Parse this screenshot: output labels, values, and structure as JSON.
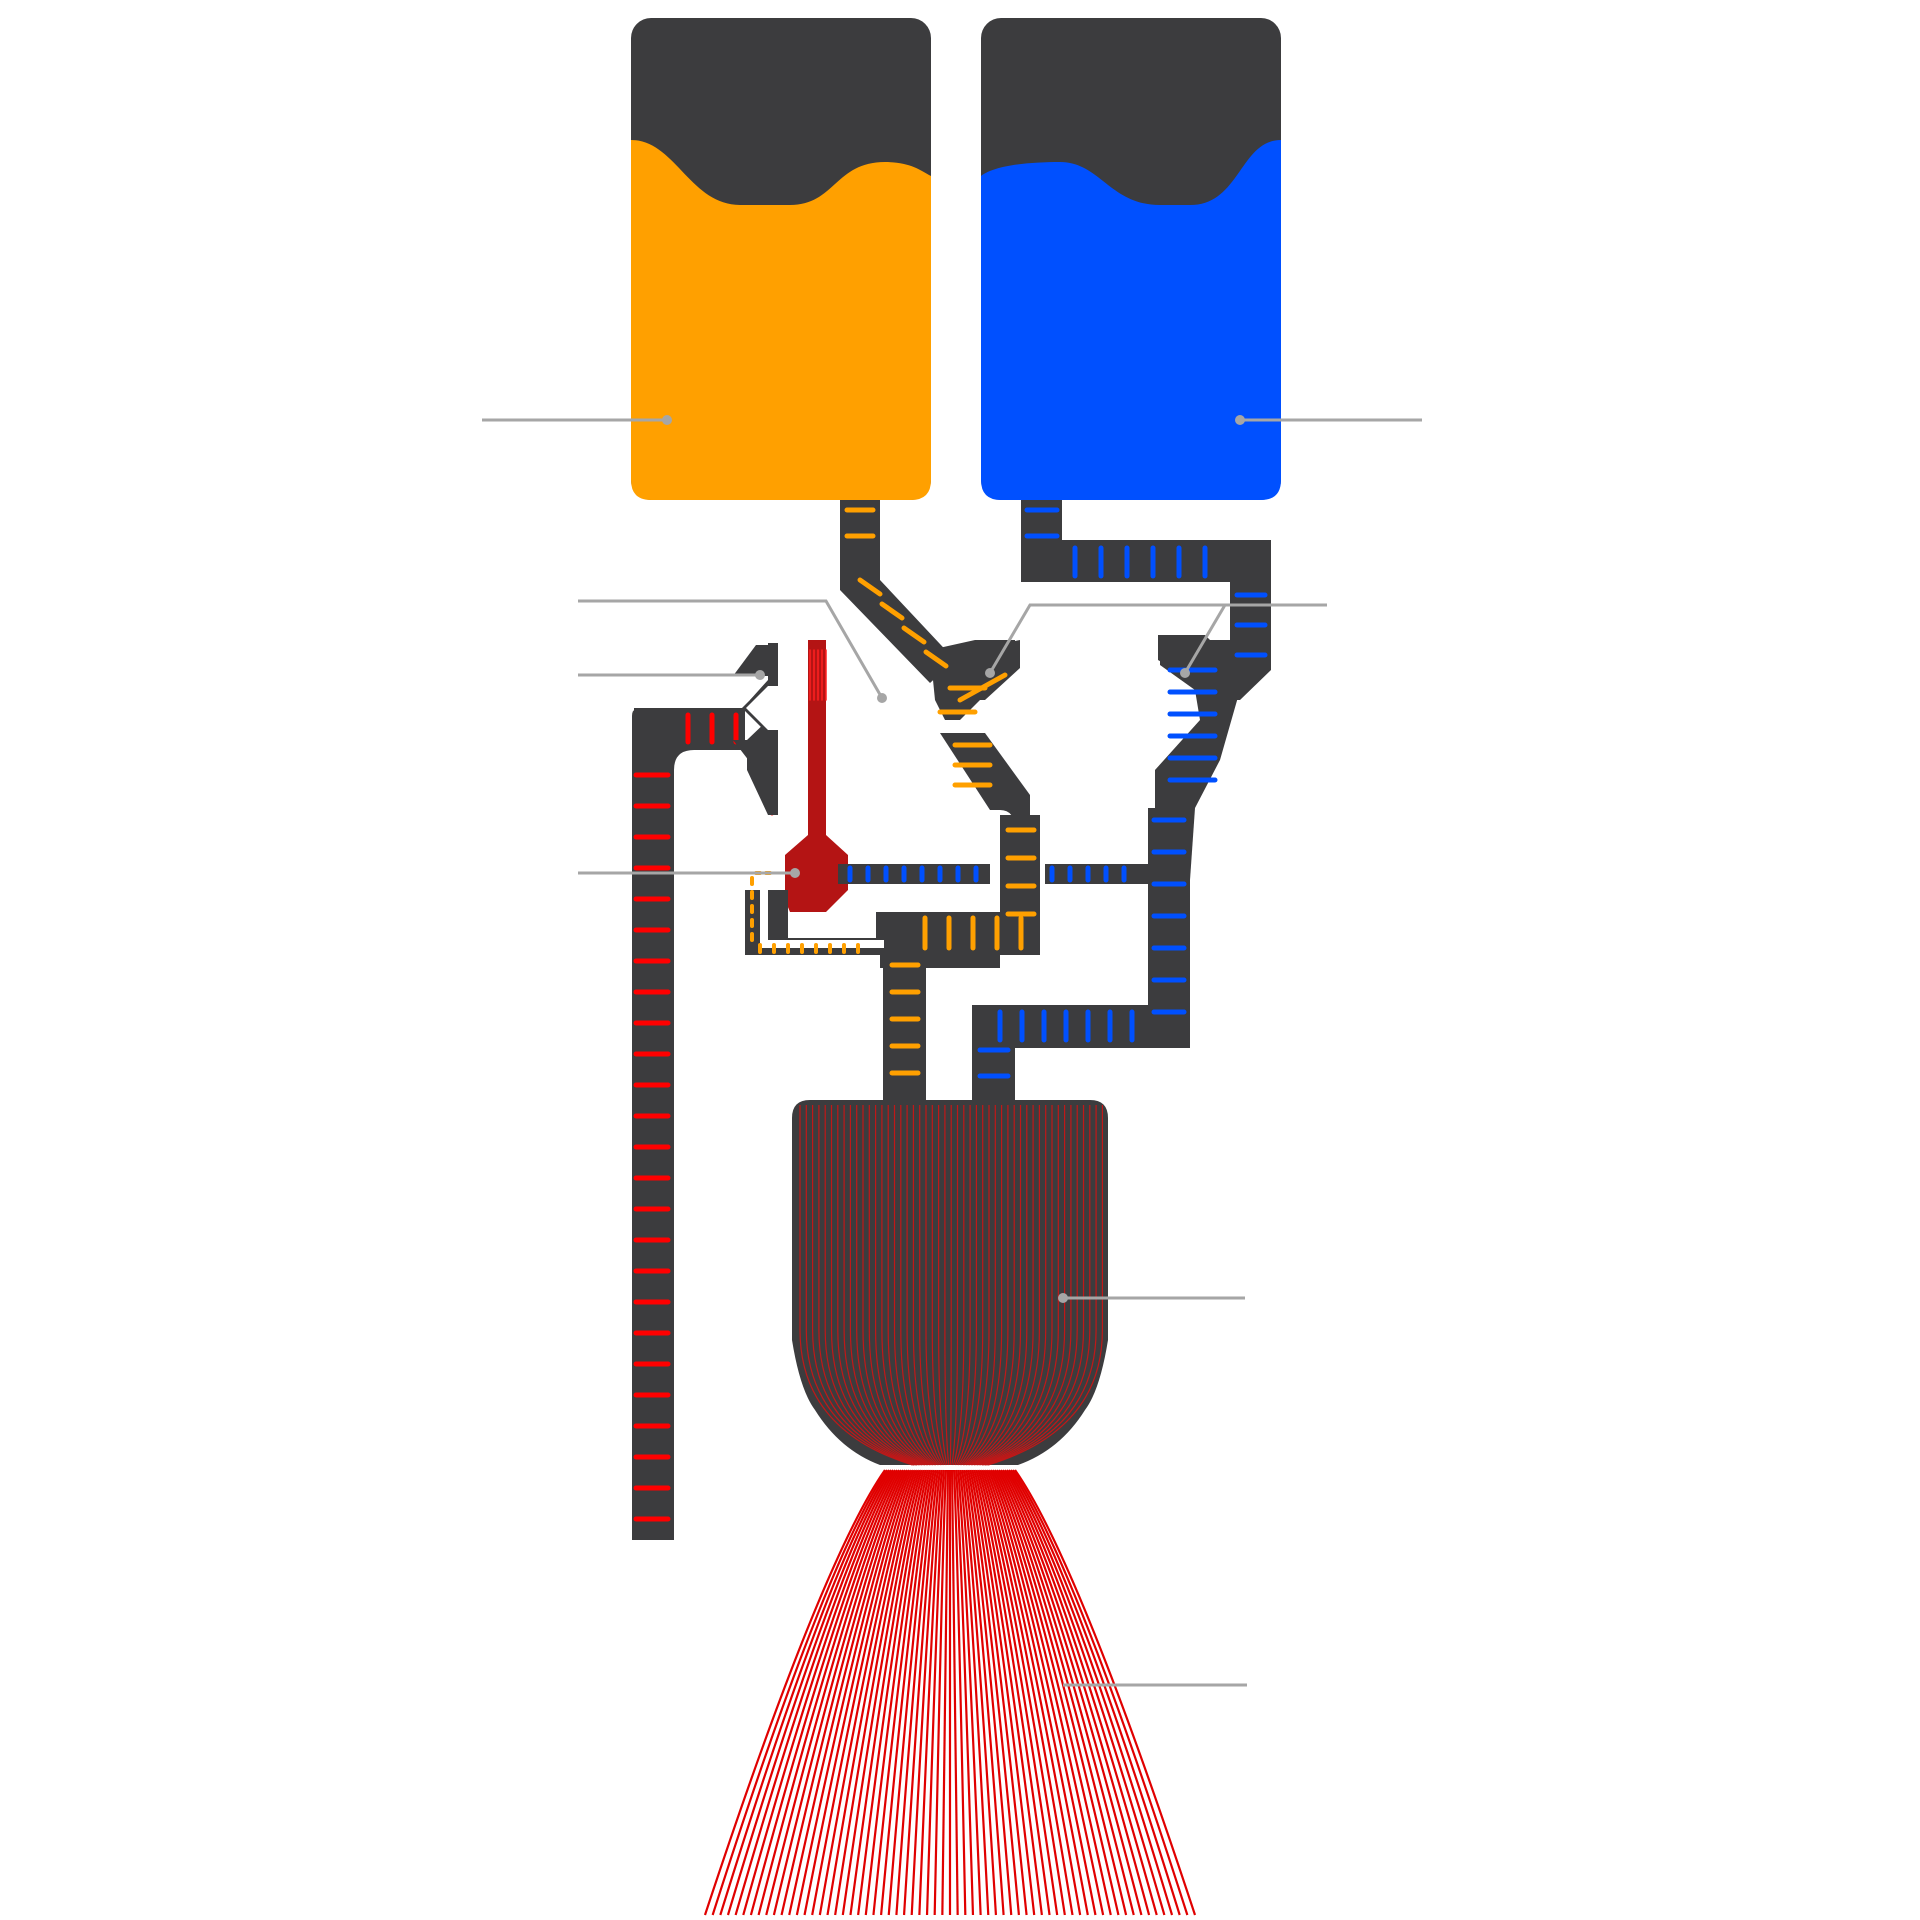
{
  "colors": {
    "background": "#ffffff",
    "tank_shell": "#3c3c3e",
    "fuel": "#ffa000",
    "oxidizer": "#0050ff",
    "exhaust": "#ff0000",
    "preburner": "#b41414",
    "chamber": "#3c3c3e",
    "leader": "#a6a6a6"
  },
  "diagram": {
    "components": [
      {
        "name": "fuel-tank"
      },
      {
        "name": "oxidizer-tank"
      },
      {
        "name": "fuel-line"
      },
      {
        "name": "oxidizer-line"
      },
      {
        "name": "fuel-pump"
      },
      {
        "name": "oxidizer-pump"
      },
      {
        "name": "turbine"
      },
      {
        "name": "gas-generator"
      },
      {
        "name": "exhaust-pipe"
      },
      {
        "name": "combustion-chamber"
      },
      {
        "name": "nozzle"
      }
    ],
    "labels": []
  }
}
